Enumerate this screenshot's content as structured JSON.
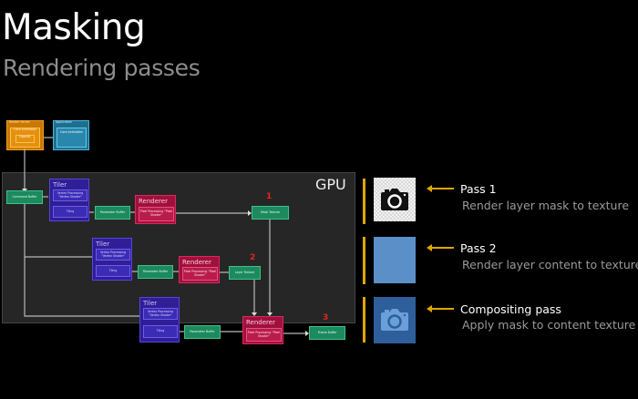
{
  "slide": {
    "title": "Masking",
    "subtitle": "Rendering passes"
  },
  "host": {
    "render_server": {
      "label": "Render Server",
      "inner": "Core Animation",
      "innermost": "OpenGL"
    },
    "application": {
      "label": "Application",
      "inner": "Core Animation"
    }
  },
  "gpu": {
    "label": "GPU",
    "command_buffer": "Command Buffer",
    "passes": [
      {
        "number": "1",
        "tiler": {
          "title": "Tiler",
          "vertex": "Vertex Processing \"Vertex Shader\"",
          "tiling": "Tiling"
        },
        "parameter_buffer": "Parameter Buffer",
        "renderer": {
          "title": "Renderer",
          "pixel": "Pixel Processing \"Pixel Shader\""
        },
        "output": "Mask Texture"
      },
      {
        "number": "2",
        "tiler": {
          "title": "Tiler",
          "vertex": "Vertex Processing \"Vertex Shader\"",
          "tiling": "Tiling"
        },
        "parameter_buffer": "Parameter Buffer",
        "renderer": {
          "title": "Renderer",
          "pixel": "Pixel Processing \"Pixel Shader\""
        },
        "output": "Layer Texture"
      },
      {
        "number": "3",
        "tiler": {
          "title": "Tiler",
          "vertex": "Vertex Processing \"Vertex Shader\"",
          "tiling": "Tiling"
        },
        "parameter_buffer": "Parameter Buffer",
        "renderer": {
          "title": "Renderer",
          "pixel": "Pixel Processing \"Pixel Shader\""
        },
        "output": "Frame Buffer"
      }
    ]
  },
  "legend": [
    {
      "title": "Pass 1",
      "description": "Render layer mask to texture",
      "icon": "camera-mask-icon"
    },
    {
      "title": "Pass 2",
      "description": "Render layer content to texture",
      "icon": "blue-square-icon"
    },
    {
      "title": "Compositing pass",
      "description": "Apply mask to content texture",
      "icon": "camera-composite-icon"
    }
  ],
  "colors": {
    "accent_bar": "#e0a600",
    "pass_number": "#e5251b",
    "tiler": "#2f1e96",
    "renderer": "#a0103e",
    "buffer": "#1c8a5e"
  }
}
